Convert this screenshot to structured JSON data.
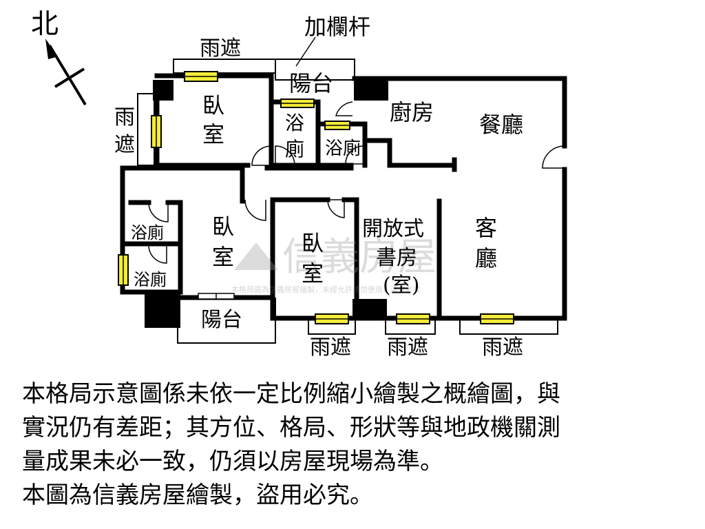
{
  "compass": {
    "north_label": "北"
  },
  "annotation": {
    "railing_label": "加欄杆"
  },
  "rooms": {
    "bedroom_top": [
      "臥",
      "室"
    ],
    "bedroom_mid": [
      "臥",
      "室"
    ],
    "bedroom_small": [
      "臥",
      "室"
    ],
    "balcony_top": "陽台",
    "balcony_bottom": "陽台",
    "bath_top_a": [
      "浴",
      "廁"
    ],
    "bath_top_b": "浴廁",
    "bath_left_a": "浴廁",
    "bath_left_b": "浴廁",
    "kitchen": "廚房",
    "dining": "餐廳",
    "living": [
      "客",
      "廳"
    ],
    "study": [
      "開放式",
      "書房",
      "(室)"
    ],
    "awning_top": "雨遮",
    "awning_left": [
      "雨",
      "遮"
    ],
    "awning_bottom_1": "雨遮",
    "awning_bottom_2": "雨遮",
    "awning_bottom_3": "雨遮"
  },
  "watermark": {
    "brand": "信義房屋",
    "notice": "本格局圖為信義房屋繪製，未經允許請勿使用，違者必究"
  },
  "disclaimer": {
    "line1": "本格局示意圖係未依一定比例縮小繪製之概繪圖，與",
    "line2": "實況仍有差距；其方位、格局、形狀等與地政機關測",
    "line3": "量成果未必一致，仍須以房屋現場為準。",
    "line4": "本圖為信義房屋繪製，盜用必究。"
  }
}
